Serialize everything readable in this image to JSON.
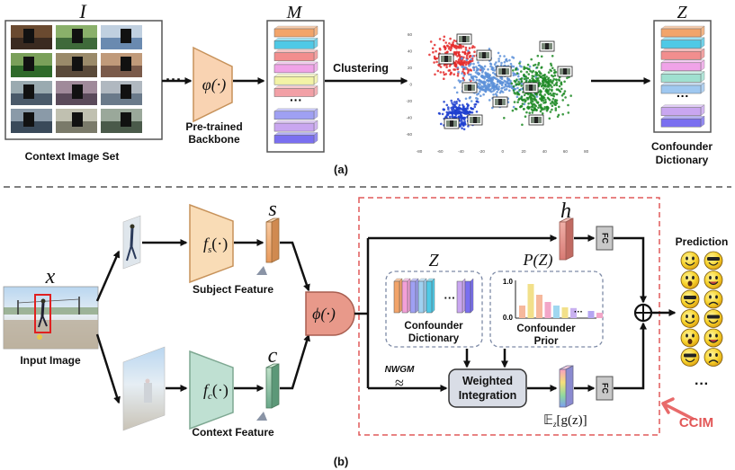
{
  "part_a": {
    "context_set_symbol": "I",
    "context_set_label": "Context Image Set",
    "ellipsis": "···",
    "backbone_symbol": "φ(·)",
    "backbone_label_line1": "Pre-trained",
    "backbone_label_line2": "Backbone",
    "features_symbol": "M",
    "clustering_label": "Clustering",
    "dictionary_symbol": "Z",
    "dictionary_label_line1": "Confounder",
    "dictionary_label_line2": "Dictionary",
    "caption": "(a)",
    "tsne_ticks_y": [
      "60",
      "40",
      "20",
      "0",
      "-20",
      "-40",
      "-60"
    ],
    "tsne_ticks_x": [
      "-80",
      "-60",
      "-40",
      "-20",
      "0",
      "20",
      "40",
      "60",
      "80"
    ]
  },
  "part_b": {
    "input_symbol": "x",
    "input_label": "Input Image",
    "subject_fn": "f",
    "subject_sub": "s",
    "subject_fn_arg": "(·)",
    "subject_feature_symbol": "s",
    "subject_feature_label": "Subject Feature",
    "context_fn": "f",
    "context_sub": "c",
    "context_fn_arg": "(·)",
    "context_feature_symbol": "c",
    "context_feature_label": "Context Feature",
    "fusion_symbol": "ϕ(·)",
    "h_symbol": "h",
    "fc_label": "FC",
    "z_symbol": "Z",
    "pz_symbol": "P(Z)",
    "dict_label_line1": "Confounder",
    "dict_label_line2": "Dictionary",
    "prior_label_line1": "Confounder",
    "prior_label_line2": "Prior",
    "prior_tick_top": "1.0",
    "prior_tick_bottom": "0.0",
    "nwgm_label": "NWGM",
    "approx_symbol": "≈",
    "weighted_line1": "Weighted",
    "weighted_line2": "Integration",
    "expectation_symbol": "𝔼",
    "expectation_sub": "z",
    "expectation_rest": "[g(z)]",
    "prediction_label": "Prediction",
    "ccim_label": "CCIM",
    "caption": "(b)",
    "ellipsis": "···"
  },
  "colors": {
    "feature_stack": [
      "#f2a46a",
      "#4fc9e6",
      "#f28e8e",
      "#f0a3e8",
      "#f3f3a6",
      "#f2a0a6",
      "#9fa0f3",
      "#c9a6f0",
      "#7a6ff0"
    ],
    "backbone_fill": "#f9d3b2",
    "subject_fn_fill": "#f9dcb6",
    "context_fn_fill": "#bfe0d2",
    "fusion_fill": "#e8998a",
    "ccim_border": "#e05a5a",
    "ccim_text": "#e25757",
    "weighted_fill": "#d9dde6",
    "prior_bars": [
      "#f6b89c",
      "#f2e08a",
      "#f2a6c8",
      "#9fd7f0",
      "#c9b1f0",
      "#b5a6f2"
    ],
    "cluster_red": "#e52b2b",
    "cluster_blue": "#1f3fd0",
    "cluster_green": "#1d8a24",
    "cluster_lightblue": "#5a8fd8"
  },
  "prior_values": [
    0.35,
    0.95,
    0.65,
    0.45,
    0.35,
    0.3,
    0.28,
    0.2,
    0.15
  ],
  "emoji_icons": [
    "smile-icon",
    "grin-icon",
    "wink-icon",
    "cry-icon",
    "shock-icon",
    "tongue-icon",
    "happy-icon",
    "cool-icon",
    "laugh-icon",
    "angry-icon",
    "blush-icon",
    "sad-icon"
  ]
}
